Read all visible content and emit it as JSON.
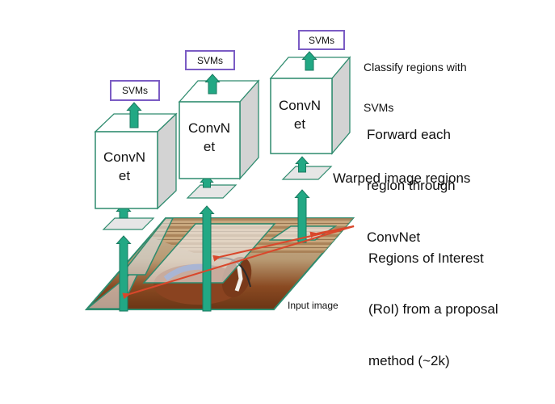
{
  "diagram": {
    "title": "R-CNN pipeline",
    "colors": {
      "arrow_fill": "#22a884",
      "arrow_stroke": "#1a7a60",
      "box_edge": "#2e8b6e",
      "svm_border": "#7b5cc4",
      "cube_side": "#d3d3d3",
      "cube_top": "#ffffff",
      "patch_fill": "#e6e6e6",
      "roi_arrow": "#d9472b"
    },
    "columns": [
      {
        "svm_label": "SVMs",
        "convnet_label_line1": "ConvN",
        "convnet_label_line2": "et"
      },
      {
        "svm_label": "SVMs",
        "convnet_label_line1": "ConvN",
        "convnet_label_line2": "et"
      },
      {
        "svm_label": "SVMs",
        "convnet_label_line1": "ConvN",
        "convnet_label_line2": "et"
      }
    ],
    "annotations": {
      "classify": [
        "Classify regions with",
        "SVMs"
      ],
      "forward": [
        "Forward each",
        "region through",
        "ConvNet"
      ],
      "warped": "Warped image regions",
      "roi": [
        "Regions of Interest",
        "(RoI) from a proposal",
        "method (~2k)"
      ],
      "input": "Input image"
    }
  }
}
